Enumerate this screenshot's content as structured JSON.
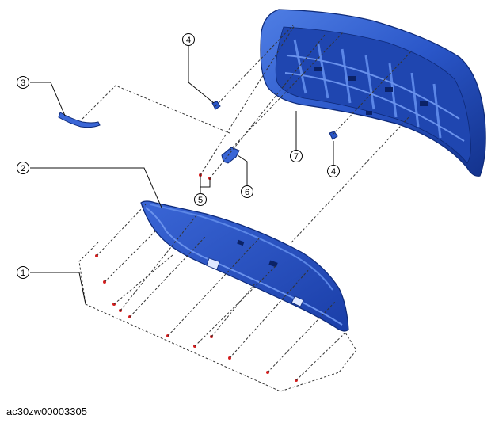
{
  "figure_code": "ac30zw00003305",
  "callouts": [
    {
      "id": "1",
      "label": "1"
    },
    {
      "id": "2",
      "label": "2"
    },
    {
      "id": "3",
      "label": "3"
    },
    {
      "id": "4a",
      "label": "4"
    },
    {
      "id": "4b",
      "label": "4"
    },
    {
      "id": "5",
      "label": "5"
    },
    {
      "id": "6",
      "label": "6"
    },
    {
      "id": "7",
      "label": "7"
    }
  ],
  "colors": {
    "part_blue": "#2a56c8",
    "part_blue_dark": "#13328c",
    "part_blue_light": "#5b86e6",
    "clip_red": "#d81e1e",
    "line": "#222222"
  }
}
